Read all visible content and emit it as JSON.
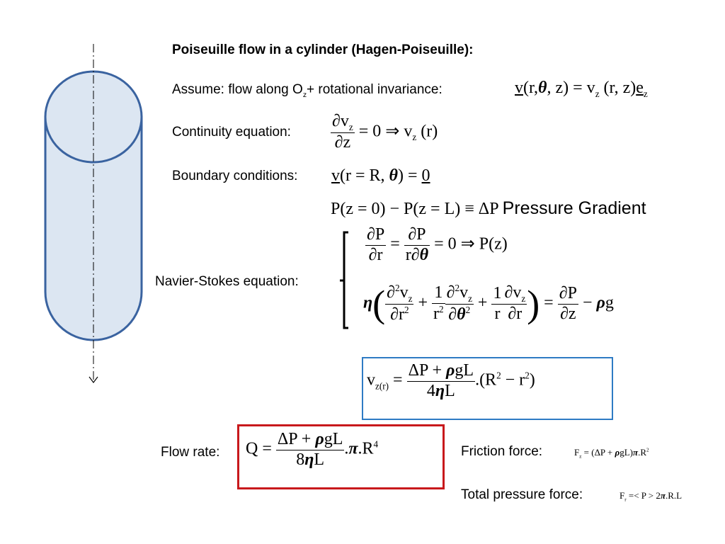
{
  "title": "Poiseuille flow in a cylinder (Hagen-Poiseuille):",
  "assume": {
    "label": "Assume: flow along O",
    "sub": "z",
    "rest": "+ rotational invariance:"
  },
  "continuity": {
    "label": "Continuity equation:"
  },
  "boundary": {
    "label": "Boundary conditions:"
  },
  "pressure_gradient": {
    "label": "Pressure Gradient"
  },
  "navier": {
    "label": "Navier-Stokes equation:"
  },
  "flow_rate": {
    "label": "Flow rate:"
  },
  "friction": {
    "label": "Friction force:"
  },
  "total_pressure": {
    "label": "Total pressure force:"
  },
  "colors": {
    "cylinder_fill": "#dce6f2",
    "cylinder_stroke": "#3a63a0",
    "blue_box": "#2e7bc4",
    "red_box": "#c8191c"
  }
}
